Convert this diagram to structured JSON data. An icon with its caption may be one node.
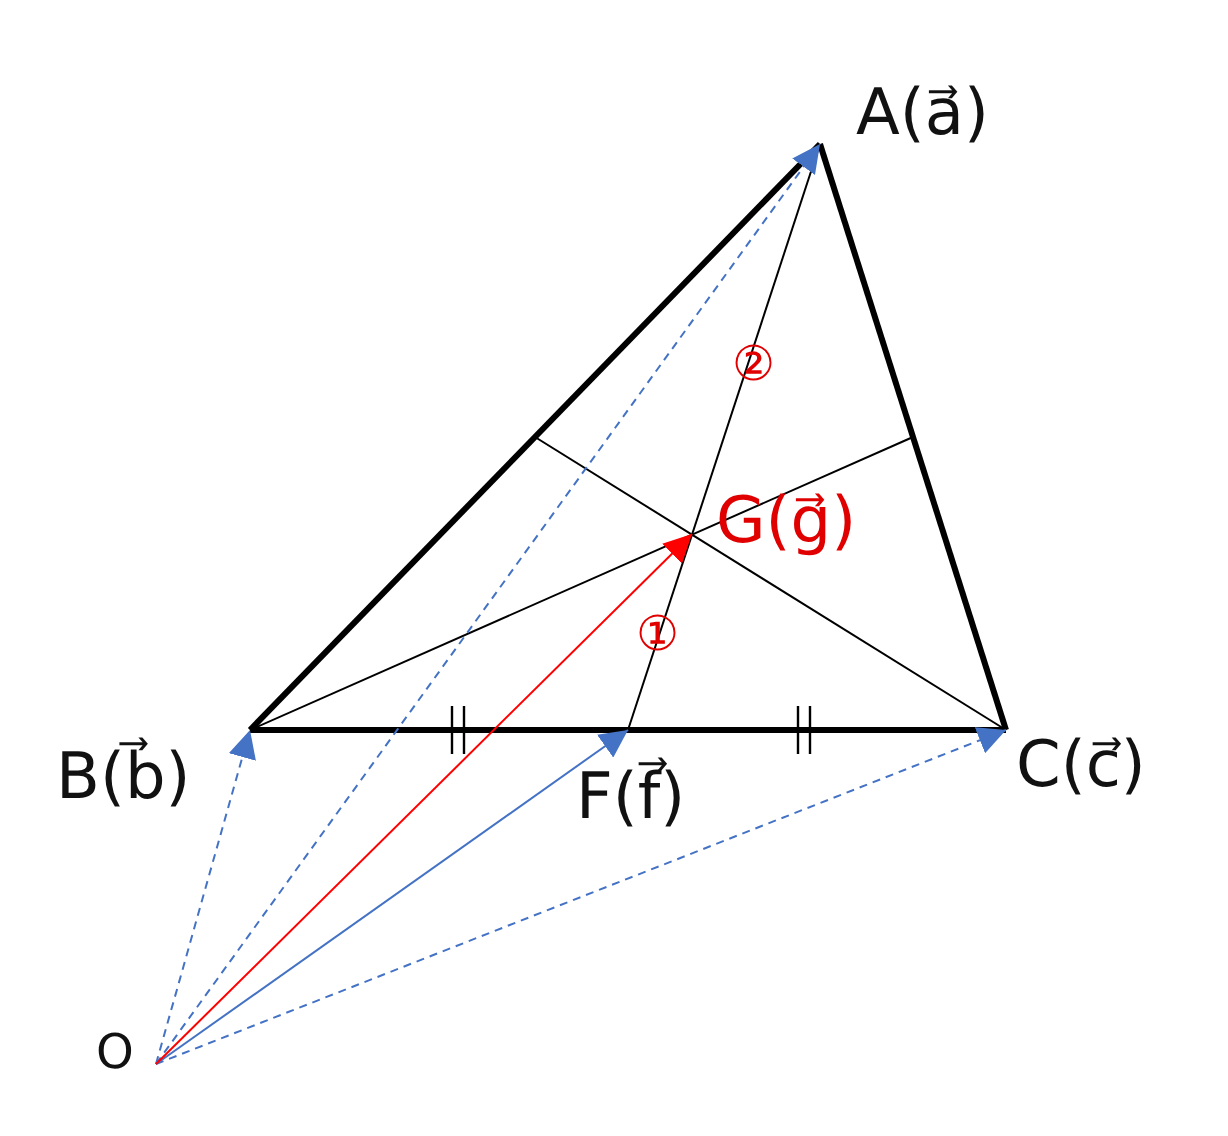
{
  "diagram": {
    "nodes": [
      {
        "text": [
          "A(a⃗)"
        ]
      },
      {
        "text": [
          "B(b⃗)"
        ]
      },
      {
        "text": [
          "C(c⃗)"
        ]
      },
      {
        "text": [
          "F(f⃗)"
        ]
      },
      {
        "text": [
          "G(g⃗)"
        ]
      },
      {
        "text": [
          "O"
        ]
      }
    ],
    "edges": [
      {
        "from": 0,
        "to": 1,
        "arrow": "none",
        "style": "thick"
      },
      {
        "from": 1,
        "to": 2,
        "arrow": "none",
        "style": "thick"
      },
      {
        "from": 2,
        "to": 0,
        "arrow": "none",
        "style": "thick"
      },
      {
        "from": 0,
        "to": 3,
        "arrow": "none"
      },
      {
        "from": 5,
        "to": 0,
        "arrow": "to",
        "style": "dashed",
        "color": "#4472c4"
      },
      {
        "from": 5,
        "to": 1,
        "arrow": "to",
        "style": "dashed",
        "color": "#4472c4"
      },
      {
        "from": 5,
        "to": 2,
        "arrow": "to",
        "style": "dashed",
        "color": "#4472c4"
      },
      {
        "from": 5,
        "to": 3,
        "arrow": "to",
        "color": "#4472c4"
      },
      {
        "from": 5,
        "to": 4,
        "arrow": "to",
        "color": "#ff0000"
      }
    ],
    "labels": [
      "①",
      "②"
    ]
  }
}
